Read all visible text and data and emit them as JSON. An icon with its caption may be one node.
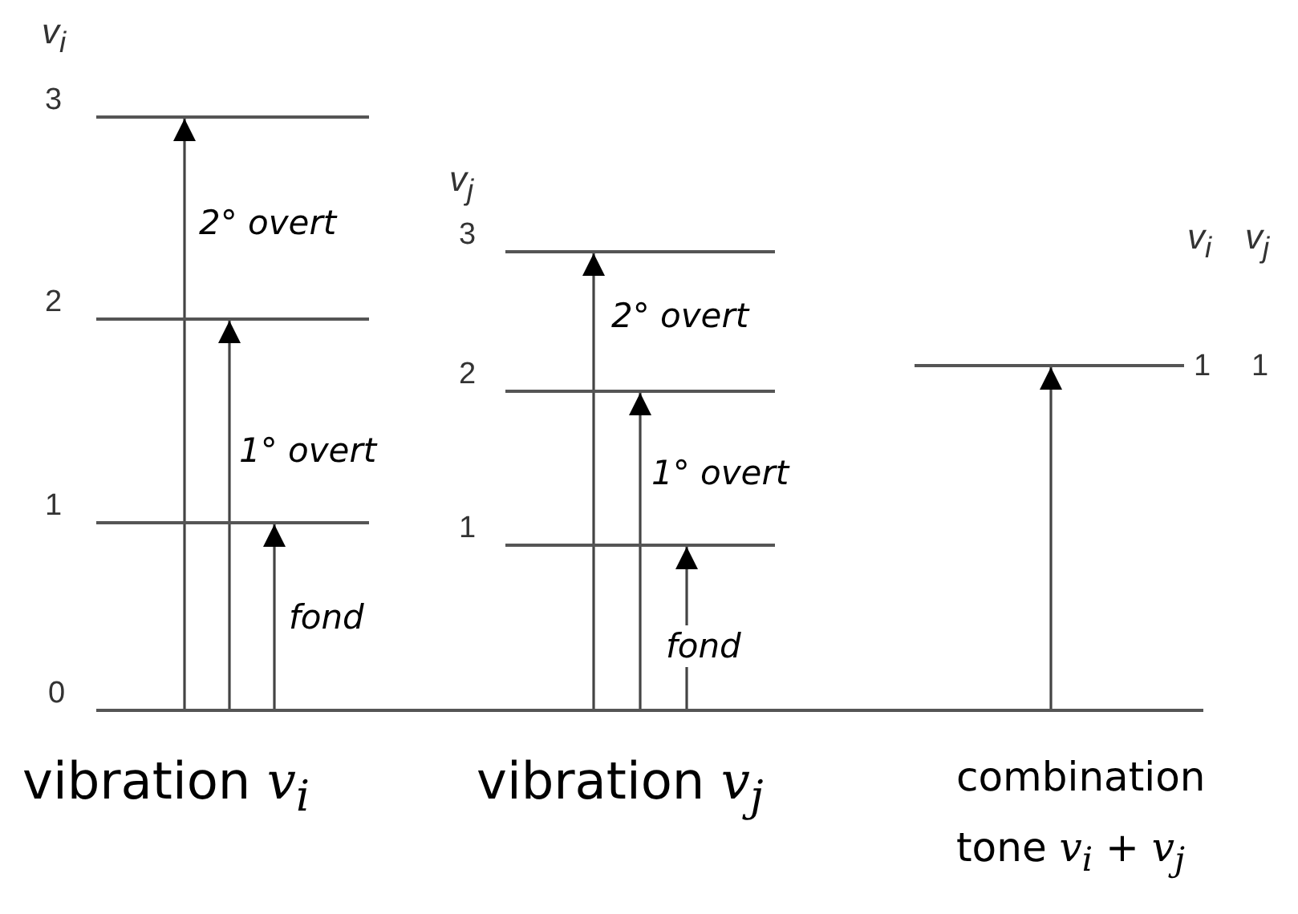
{
  "diagram": {
    "nodes": [
      {
        "text": [],
        "shape": "bar",
        "beside": [
          "0"
        ]
      },
      {
        "text": [],
        "shape": "bar",
        "beside": [
          "3"
        ]
      },
      {
        "text": [],
        "shape": "bar",
        "beside": [
          "2"
        ]
      },
      {
        "text": [],
        "shape": "bar",
        "beside": [
          "1"
        ]
      },
      {
        "text": [],
        "shape": "bar",
        "beside": [
          "3"
        ]
      },
      {
        "text": [],
        "shape": "bar",
        "beside": [
          "2"
        ]
      },
      {
        "text": [],
        "shape": "bar",
        "beside": [
          "1"
        ]
      },
      {
        "text": [],
        "shape": "bar",
        "beside": [
          "1",
          "1"
        ]
      }
    ],
    "edges": [
      {
        "from": 0,
        "to": 1,
        "arrow": "to",
        "label": "2° overt"
      },
      {
        "from": 0,
        "to": 2,
        "arrow": "to",
        "label": "1° overt"
      },
      {
        "from": 0,
        "to": 3,
        "arrow": "to",
        "label": "fond"
      },
      {
        "from": 0,
        "to": 4,
        "arrow": "to",
        "label": "2° overt"
      },
      {
        "from": 0,
        "to": 5,
        "arrow": "to",
        "label": "1° overt"
      },
      {
        "from": 0,
        "to": 6,
        "arrow": "to",
        "label": "fond"
      },
      {
        "from": 0,
        "to": 7,
        "arrow": "to"
      }
    ],
    "labels": [
      "v$_{i}$",
      "v$_{j}$",
      "v$_{i}$",
      "v$_{j}$",
      "vibration *v*$_{i}$",
      "vibration *v*$_{j}$",
      "combination",
      "tone *v*$_{i}$ + *v*$_{j}$"
    ]
  }
}
